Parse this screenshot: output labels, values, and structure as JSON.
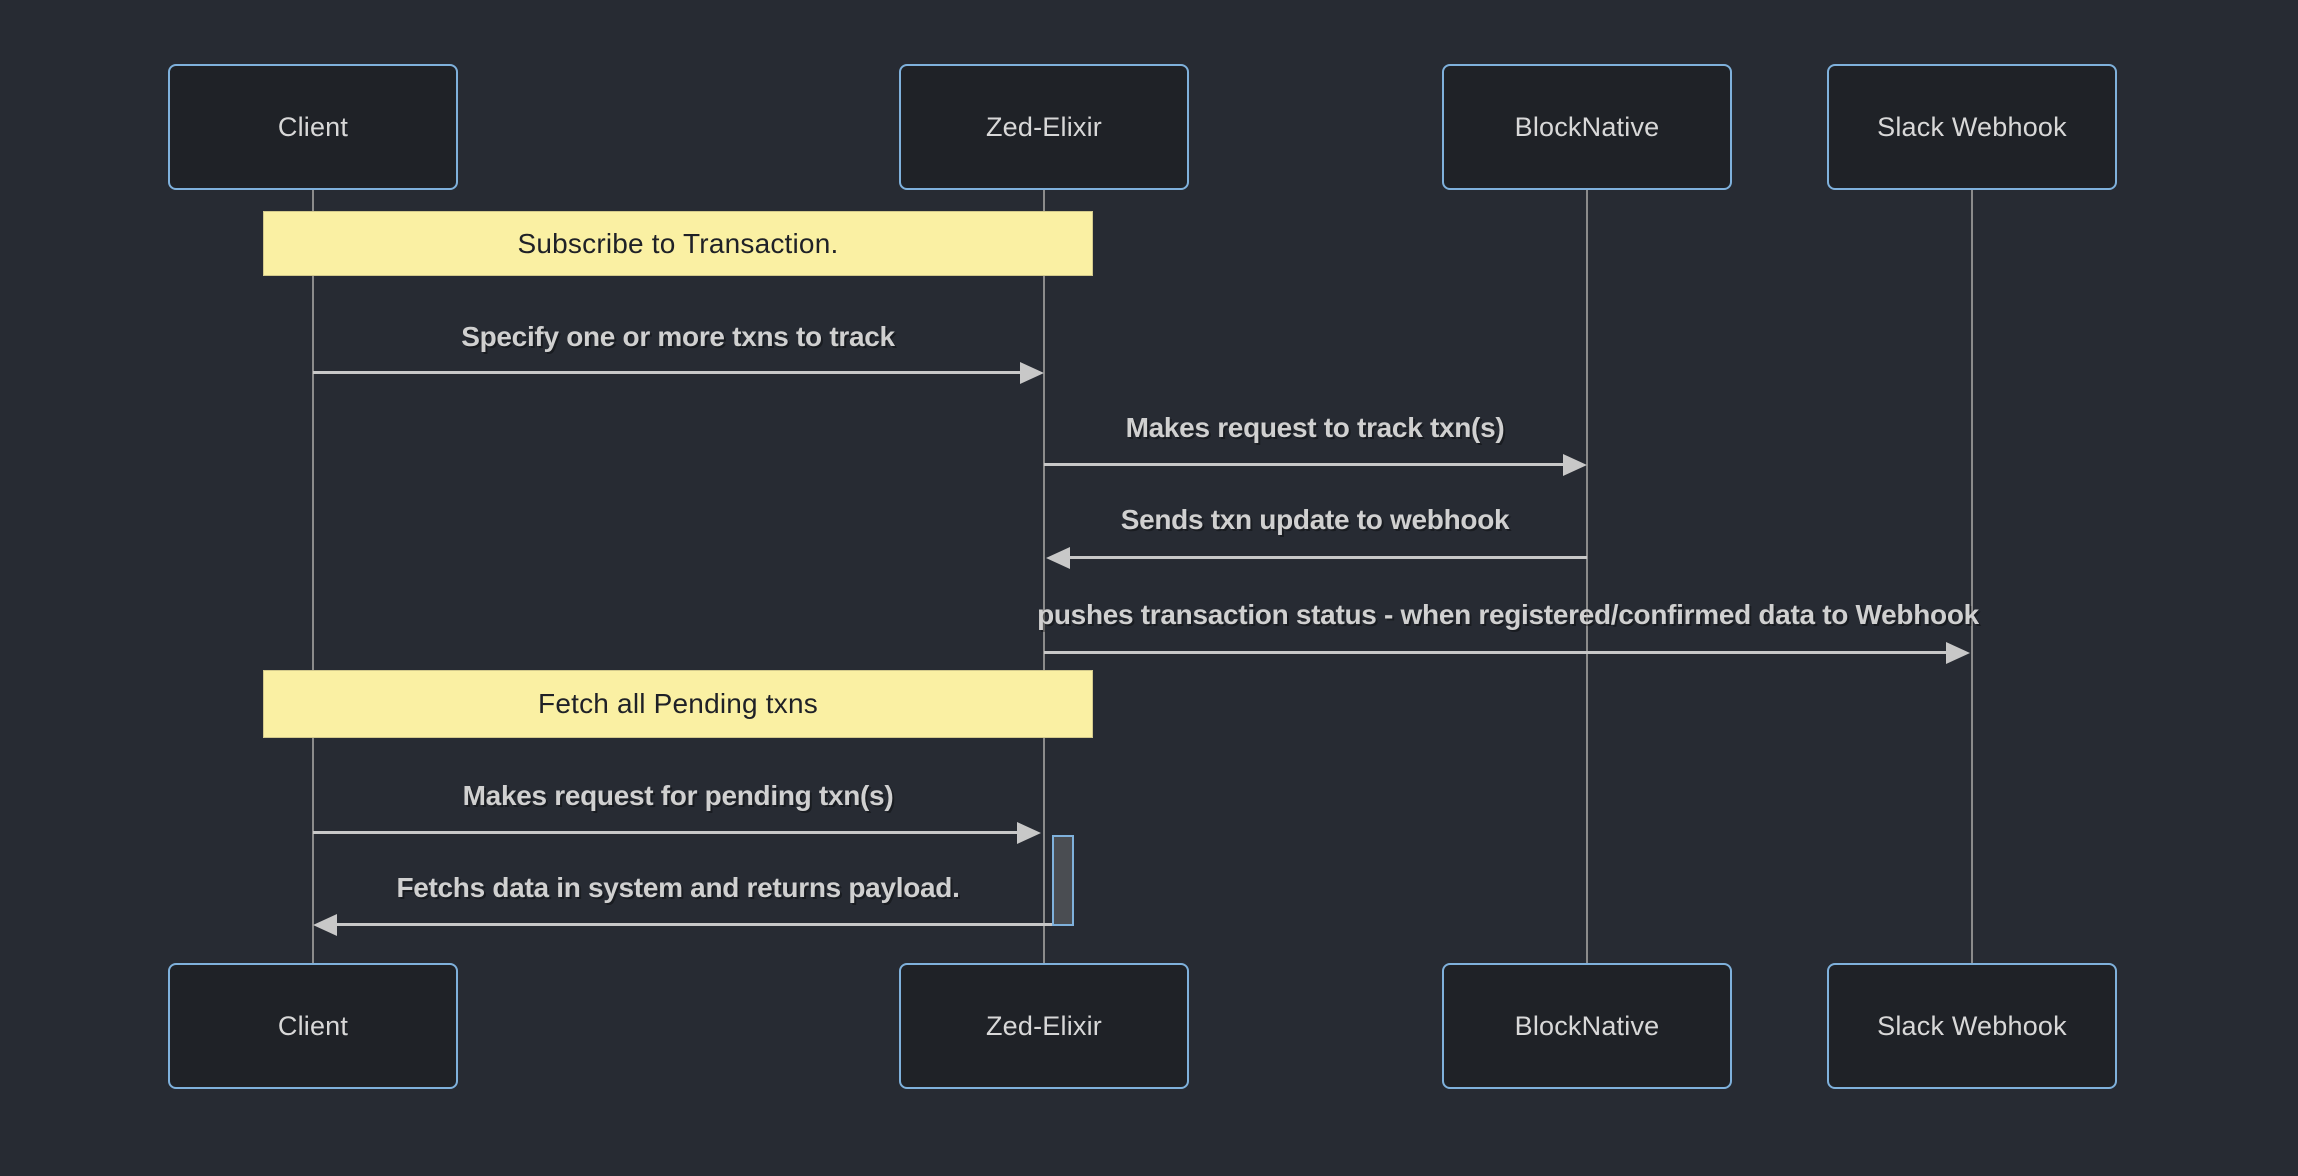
{
  "diagram_type": "sequence-diagram",
  "colors": {
    "background": "#272b33",
    "actor_fill": "#1f2227",
    "actor_border": "#7fb1dc",
    "actor_text": "#d8d8d8",
    "lifeline": "#8b8b8b",
    "arrow_line": "#c8c8c8",
    "message_text": "#d0d0d0",
    "note_fill": "#faf0a3",
    "note_border": "#d2c98c",
    "note_text": "#1f2127",
    "activation_fill": "#4a4d52"
  },
  "actors": [
    {
      "name": "Client"
    },
    {
      "name": "Zed-Elixir"
    },
    {
      "name": "BlockNative"
    },
    {
      "name": "Slack Webhook"
    }
  ],
  "notes": [
    {
      "text": "Subscribe to Transaction.",
      "over": "Client, Zed-Elixir"
    },
    {
      "text": "Fetch all Pending txns",
      "over": "Client, Zed-Elixir"
    }
  ],
  "messages": [
    {
      "text": "Specify one or more txns to track",
      "from": "Client",
      "to": "Zed-Elixir",
      "direction": "right"
    },
    {
      "text": "Makes request to track txn(s)",
      "from": "Zed-Elixir",
      "to": "BlockNative",
      "direction": "right"
    },
    {
      "text": "Sends txn update to webhook",
      "from": "BlockNative",
      "to": "Zed-Elixir",
      "direction": "left"
    },
    {
      "text": "pushes transaction status - when registered/confirmed data to Webhook",
      "from": "Zed-Elixir",
      "to": "Slack Webhook",
      "direction": "right"
    },
    {
      "text": "Makes request for pending txn(s)",
      "from": "Client",
      "to": "Zed-Elixir",
      "direction": "right"
    },
    {
      "text": "Fetchs data in system and returns payload.",
      "from": "Zed-Elixir",
      "to": "Client",
      "direction": "left"
    }
  ]
}
